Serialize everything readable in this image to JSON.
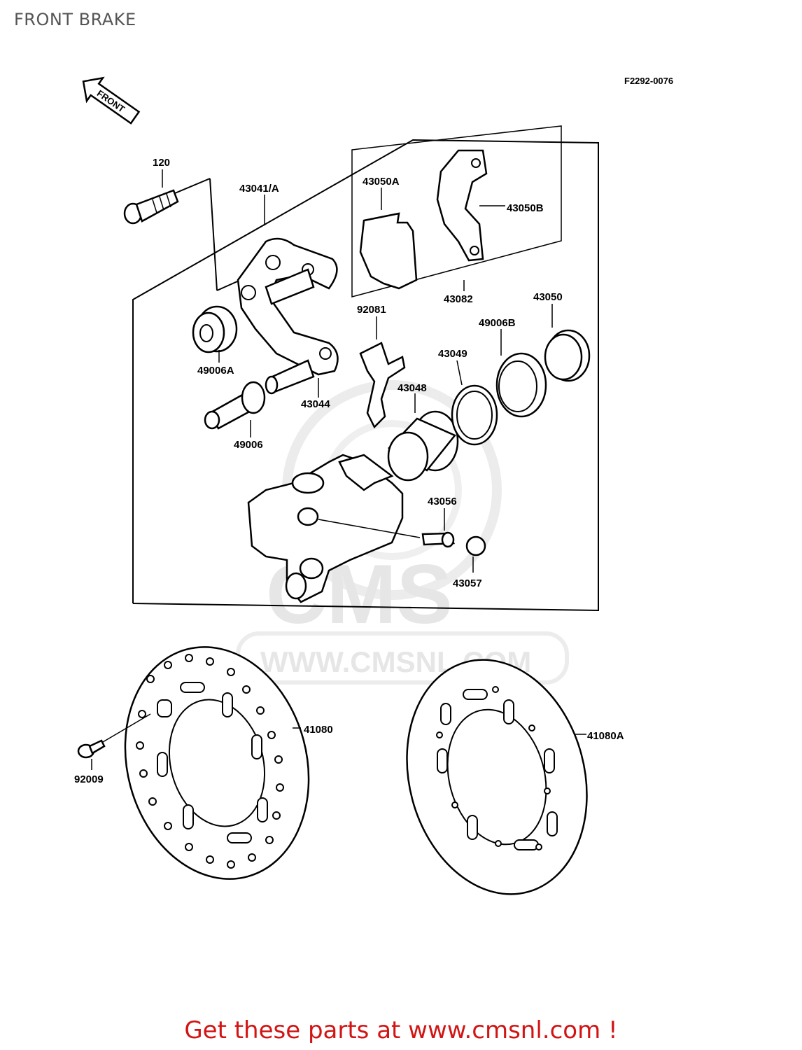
{
  "page": {
    "title": "FRONT BRAKE",
    "diagram_ref": "F2292-0076",
    "front_arrow_label": "FRONT",
    "footer": "Get these parts at www.cmsnl.com !",
    "watermark": {
      "logo": "CMS",
      "url": "WWW.CMSNL.COM"
    }
  },
  "parts": [
    {
      "id": "120"
    },
    {
      "id": "43041/A"
    },
    {
      "id": "43050A"
    },
    {
      "id": "43050B"
    },
    {
      "id": "43082"
    },
    {
      "id": "92081"
    },
    {
      "id": "43050"
    },
    {
      "id": "49006B"
    },
    {
      "id": "43049"
    },
    {
      "id": "49006A"
    },
    {
      "id": "43044"
    },
    {
      "id": "43048"
    },
    {
      "id": "49006"
    },
    {
      "id": "43056"
    },
    {
      "id": "43057"
    },
    {
      "id": "41080"
    },
    {
      "id": "41080A"
    },
    {
      "id": "92009"
    }
  ],
  "colors": {
    "footer": "#d21414",
    "title": "#555555",
    "watermark": "#e6e6e6"
  }
}
